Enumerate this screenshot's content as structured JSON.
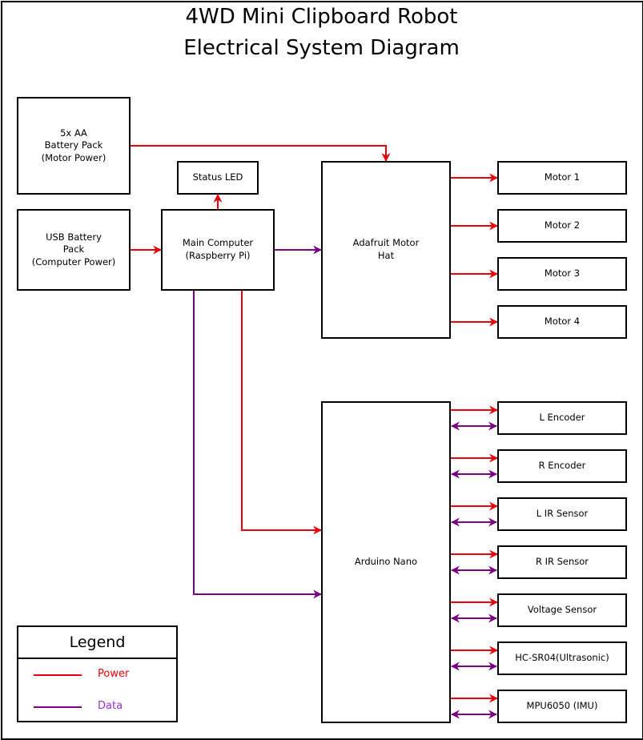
{
  "title": {
    "line1": "4WD Mini Clipboard Robot",
    "line2": "Electrical System Diagram"
  },
  "colors": {
    "power": "#e8000b",
    "data": "#7a0084",
    "data_legend_text": "#9b30d9"
  },
  "nodes": {
    "battery_aa": "5x AA\nBattery Pack\n(Motor Power)",
    "usb_battery": "USB Battery\nPack\n(Computer Power)",
    "status_led": "Status LED",
    "main_computer": "Main Computer\n(Raspberry Pi)",
    "motor_hat": "Adafruit Motor\nHat",
    "motor1": "Motor 1",
    "motor2": "Motor 2",
    "motor3": "Motor 3",
    "motor4": "Motor 4",
    "arduino": "Arduino Nano",
    "l_encoder": "L Encoder",
    "r_encoder": "R Encoder",
    "l_ir": "L IR Sensor",
    "r_ir": "R IR Sensor",
    "voltage": "Voltage Sensor",
    "hcsr04": "HC-SR04(Ultrasonic)",
    "mpu6050": "MPU6050 (IMU)"
  },
  "legend": {
    "title": "Legend",
    "power_label": "Power",
    "data_label": "Data"
  }
}
